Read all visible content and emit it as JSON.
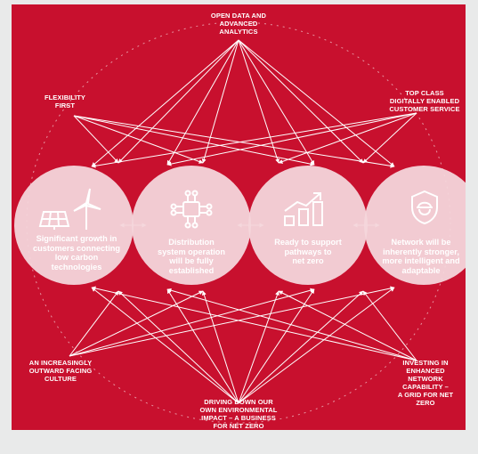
{
  "colors": {
    "background": "#c8102e",
    "circle": "#f4d6db",
    "text": "#ffffff",
    "frame": "#e9eaea"
  },
  "outer_labels": {
    "open_data": "OPEN DATA AND\nADVANCED\nANALYTICS",
    "flexibility": "FLEXIBILITY\nFIRST",
    "customer_service": "TOP CLASS\nDIGITALLY ENABLED\nCUSTOMER SERVICE",
    "outward_culture": "AN INCREASINGLY\nOUTWARD FACING\nCULTURE",
    "network_capability": "INVESTING IN\nENHANCED\nNETWORK\nCAPABILITY –\nA GRID FOR NET\nZERO",
    "environmental": "DRIVING DOWN OUR\nOWN ENVIRONMENTAL\nIMPACT – A BUSINESS\nFOR NET ZERO"
  },
  "outcomes": [
    {
      "icon": "solar-wind-icon",
      "text": "Significant growth in\ncustomers connecting\nlow carbon\ntechnologies"
    },
    {
      "icon": "circuit-chip-icon",
      "text": "Distribution\nsystem operation\nwill be fully\nestablished"
    },
    {
      "icon": "growth-chart-icon",
      "text": "Ready to support\npathways to\nnet zero"
    },
    {
      "icon": "shield-worker-icon",
      "text": "Network will be\ninherently stronger,\nmore intelligent and\nadaptable"
    }
  ]
}
